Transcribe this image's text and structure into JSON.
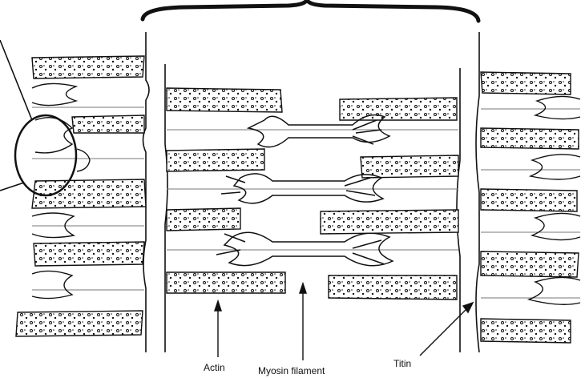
{
  "labels": {
    "actin": "Actin",
    "myosin": "Myosin filament",
    "titin": "Titin"
  },
  "colors": {
    "line": "#111111",
    "background": "#ffffff"
  }
}
